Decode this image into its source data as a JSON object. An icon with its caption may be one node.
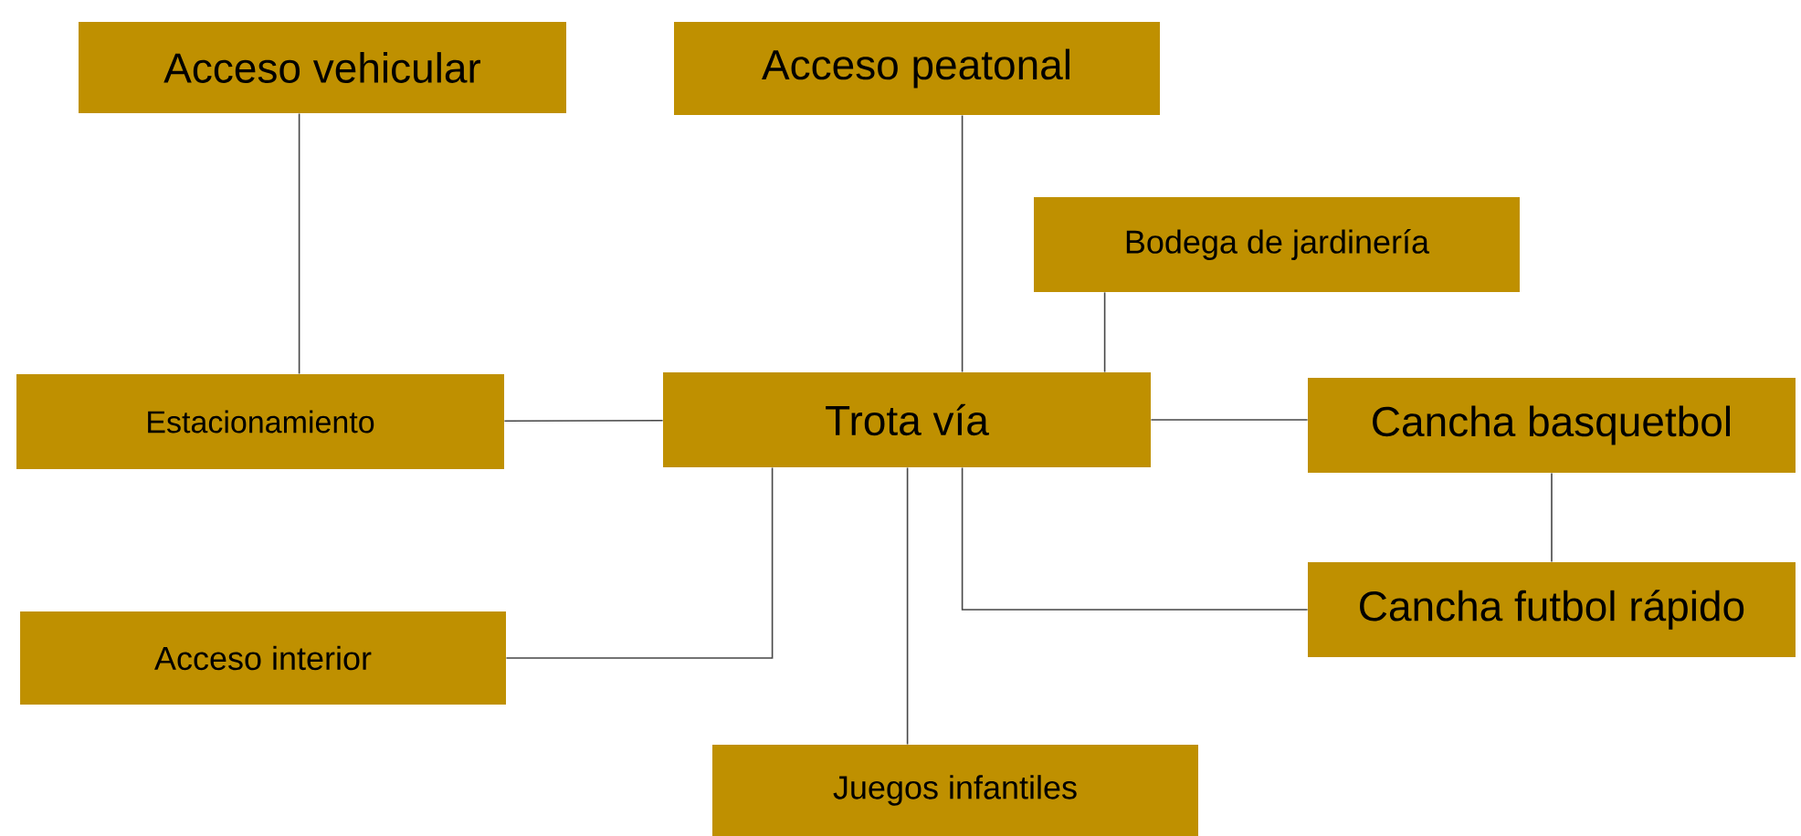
{
  "diagram": {
    "nodes": [
      {
        "text": [
          "Acceso vehicular"
        ]
      },
      {
        "text": [
          "Acceso peatonal"
        ]
      },
      {
        "text": [
          "Bodega de jardinería"
        ]
      },
      {
        "text": [
          "Estacionamiento"
        ]
      },
      {
        "text": [
          "Trota vía"
        ]
      },
      {
        "text": [
          "Cancha basquetbol"
        ]
      },
      {
        "text": [
          "Acceso interior"
        ]
      },
      {
        "text": [
          "Cancha futbol rápido"
        ]
      },
      {
        "text": [
          "Juegos infantiles"
        ]
      }
    ],
    "edges": [
      {
        "from": 0,
        "to": 3,
        "arrow": "none"
      },
      {
        "from": 1,
        "to": 4,
        "arrow": "none"
      },
      {
        "from": 2,
        "to": 4,
        "arrow": "none"
      },
      {
        "from": 3,
        "to": 4,
        "arrow": "none"
      },
      {
        "from": 4,
        "to": 5,
        "arrow": "none"
      },
      {
        "from": 5,
        "to": 7,
        "arrow": "none"
      },
      {
        "from": 4,
        "to": 6,
        "arrow": "none"
      },
      {
        "from": 4,
        "to": 7,
        "arrow": "none"
      },
      {
        "from": 4,
        "to": 8,
        "arrow": "none"
      }
    ]
  }
}
